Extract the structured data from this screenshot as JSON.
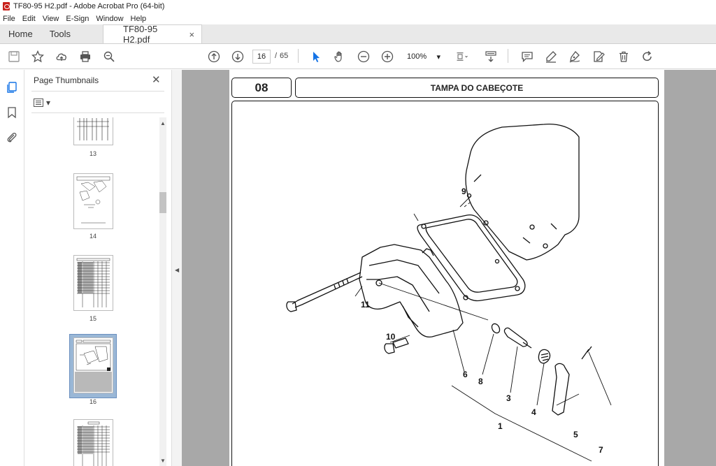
{
  "window": {
    "title": "TF80-95 H2.pdf - Adobe Acrobat Pro (64-bit)"
  },
  "menu": [
    "File",
    "Edit",
    "View",
    "E-Sign",
    "Window",
    "Help"
  ],
  "tabs": {
    "home": "Home",
    "tools": "Tools",
    "doc": "TF80-95 H2.pdf",
    "close": "×"
  },
  "toolbar": {
    "page_current": "16",
    "page_sep": "/",
    "page_total": "65",
    "zoom": "100%",
    "zoom_caret": "▾"
  },
  "panel": {
    "title": "Page Thumbnails",
    "close": "✕",
    "options_caret": "▾",
    "thumbnails": [
      {
        "label": "13"
      },
      {
        "label": "14"
      },
      {
        "label": "15"
      },
      {
        "label": "16",
        "selected": true
      },
      {
        "label": ""
      }
    ]
  },
  "document": {
    "section_number": "08",
    "section_title": "TAMPA DO CABEÇOTE",
    "part_numbers": [
      "9",
      "11",
      "10",
      "6",
      "8",
      "3",
      "1",
      "4",
      "5",
      "7"
    ]
  },
  "colors": {
    "accent": "#1473e6",
    "thumb_selected": "#9ab7d6",
    "viewer_bg": "#a8a8a8"
  }
}
